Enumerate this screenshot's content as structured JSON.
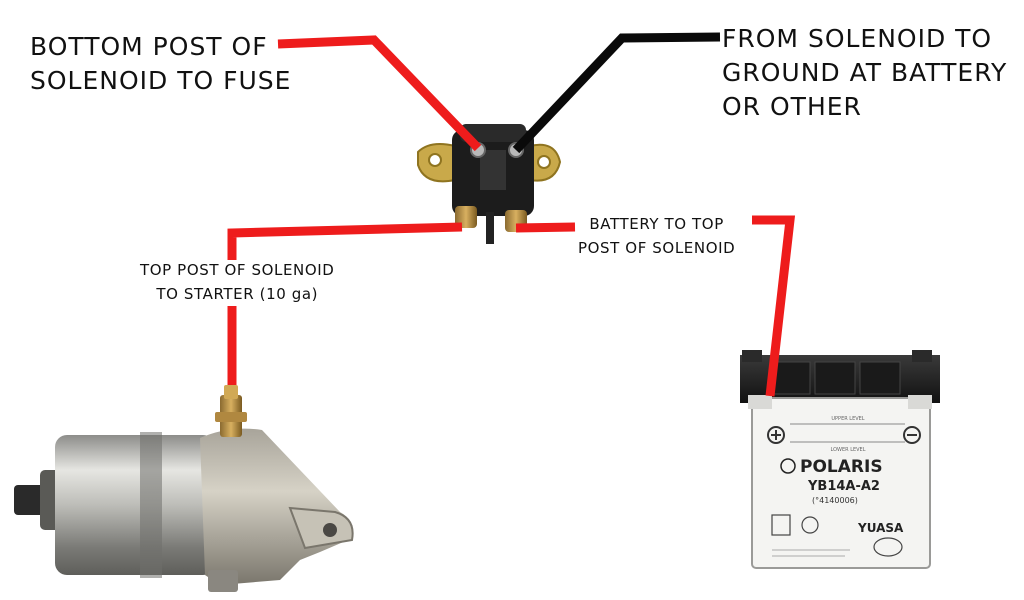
{
  "labels": {
    "bottom_post": {
      "line1": "BOTTOM POST OF",
      "line2": "SOLENOID TO FUSE"
    },
    "from_solenoid": {
      "line1": "FROM SOLENOID TO",
      "line2": "GROUND AT BATTERY",
      "line3": "OR OTHER"
    },
    "battery_to_top": {
      "line1": "BATTERY TO TOP",
      "line2": "POST OF SOLENOID"
    },
    "top_post": {
      "line1": "TOP POST OF SOLENOID",
      "line2_main": "TO STARTER (10 ",
      "line2_gauge": "ga",
      "line2_end": ")"
    }
  },
  "battery": {
    "brand": "POLARIS",
    "model": "YB14A-A2",
    "part_number": "(°4140006)",
    "maker": "YUASA",
    "upper_level": "UPPER LEVEL",
    "lower_level": "LOWER LEVEL"
  },
  "colors": {
    "wire_red": "#ee1c1c",
    "wire_black": "#0a0a0a",
    "text": "#111111"
  },
  "icons": {
    "solenoid": "solenoid-relay-icon",
    "starter": "starter-motor-icon",
    "battery": "battery-icon"
  }
}
